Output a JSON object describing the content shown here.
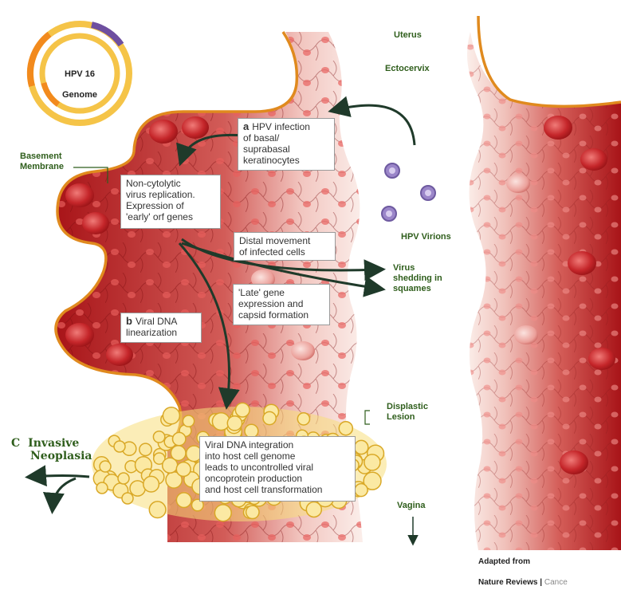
{
  "genome": {
    "title_line1": "HPV 16",
    "title_line2": "Genome"
  },
  "labels": {
    "uterus": "Uterus",
    "ectocervix": "Ectocervix",
    "basement_membrane": "Basement\nMembrane",
    "hpv_virions": "HPV Virions",
    "virus_shedding": "Virus\nshedding in\nsquames",
    "dysplastic_lesion": "Displastic\nLesion",
    "vagina": "Vagina"
  },
  "invasive": {
    "letter": "C",
    "text_line1": "Invasive",
    "text_line2": "Neoplasia"
  },
  "boxes": {
    "a_letter": "a",
    "a_text": "HPV infection\nof basal/\nsuprabasal\nkeratinocytes",
    "replication": "Non-cytolytic\nvirus replication.\nExpression of\n'early' orf genes",
    "distal": "Distal movement\nof infected cells",
    "late": "'Late' gene\nexpression and\ncapsid formation",
    "b_letter": "b",
    "b_text": "Viral DNA\nlinearization",
    "integration": "Viral DNA integration\ninto host cell genome\nleads to uncontrolled viral\noncoprotein production\nand host cell transformation"
  },
  "credit": {
    "line1": "Adapted from",
    "line2_bold": "Nature Reviews",
    "separator": " | ",
    "line2_grey": "Cance"
  },
  "colors": {
    "tissue_dark": "#b5171c",
    "tissue_light": "#f3c7c0",
    "membrane": "#e08a1e",
    "lesion": "#f7df7c",
    "label_green": "#2f5e1c",
    "virion": "#9b86c9"
  }
}
